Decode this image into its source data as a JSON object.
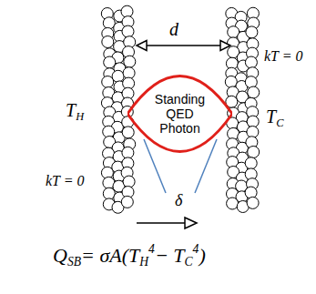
{
  "diagram": {
    "nodes": [
      {
        "text": [
          "Standing QED Photon"
        ]
      }
    ],
    "labels": [
      "d",
      "kT = 0",
      "T",
      "H",
      "T",
      "C",
      "kT = 0",
      "δ",
      "Q",
      "SB",
      "= σA(T",
      "H",
      "4",
      "− T",
      "C",
      "4",
      ")"
    ]
  }
}
